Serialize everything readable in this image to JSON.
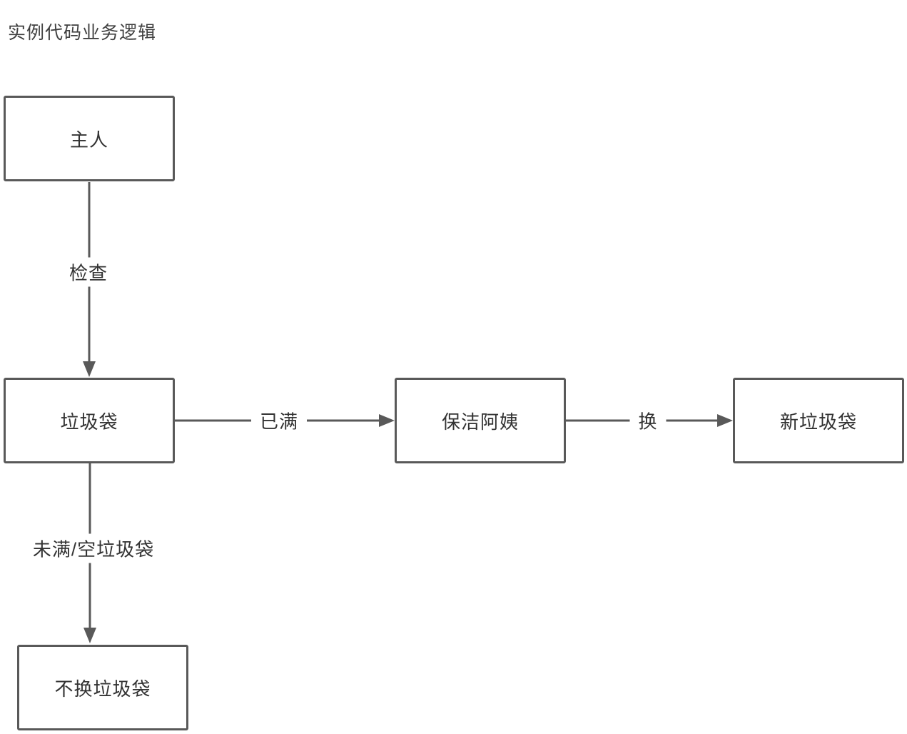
{
  "title": "实例代码业务逻辑",
  "diagram": {
    "type": "flowchart",
    "nodes": [
      {
        "id": "owner",
        "label": "主人"
      },
      {
        "id": "garbage-bag",
        "label": "垃圾袋"
      },
      {
        "id": "cleaner",
        "label": "保洁阿姨"
      },
      {
        "id": "new-garbage-bag",
        "label": "新垃圾袋"
      },
      {
        "id": "keep-bag",
        "label": "不换垃圾袋"
      }
    ],
    "edges": [
      {
        "from": "主人",
        "to": "垃圾袋",
        "label": "检查",
        "direction": "down"
      },
      {
        "from": "垃圾袋",
        "to": "保洁阿姨",
        "label": "已满",
        "direction": "right"
      },
      {
        "from": "保洁阿姨",
        "to": "新垃圾袋",
        "label": "换",
        "direction": "right"
      },
      {
        "from": "垃圾袋",
        "to": "不换垃圾袋",
        "label": "未满/空垃圾袋",
        "direction": "down"
      }
    ],
    "colors": {
      "stroke": "#595959",
      "text": "#333333",
      "node_fill": "#ffffff",
      "background": "#ffffff"
    }
  }
}
